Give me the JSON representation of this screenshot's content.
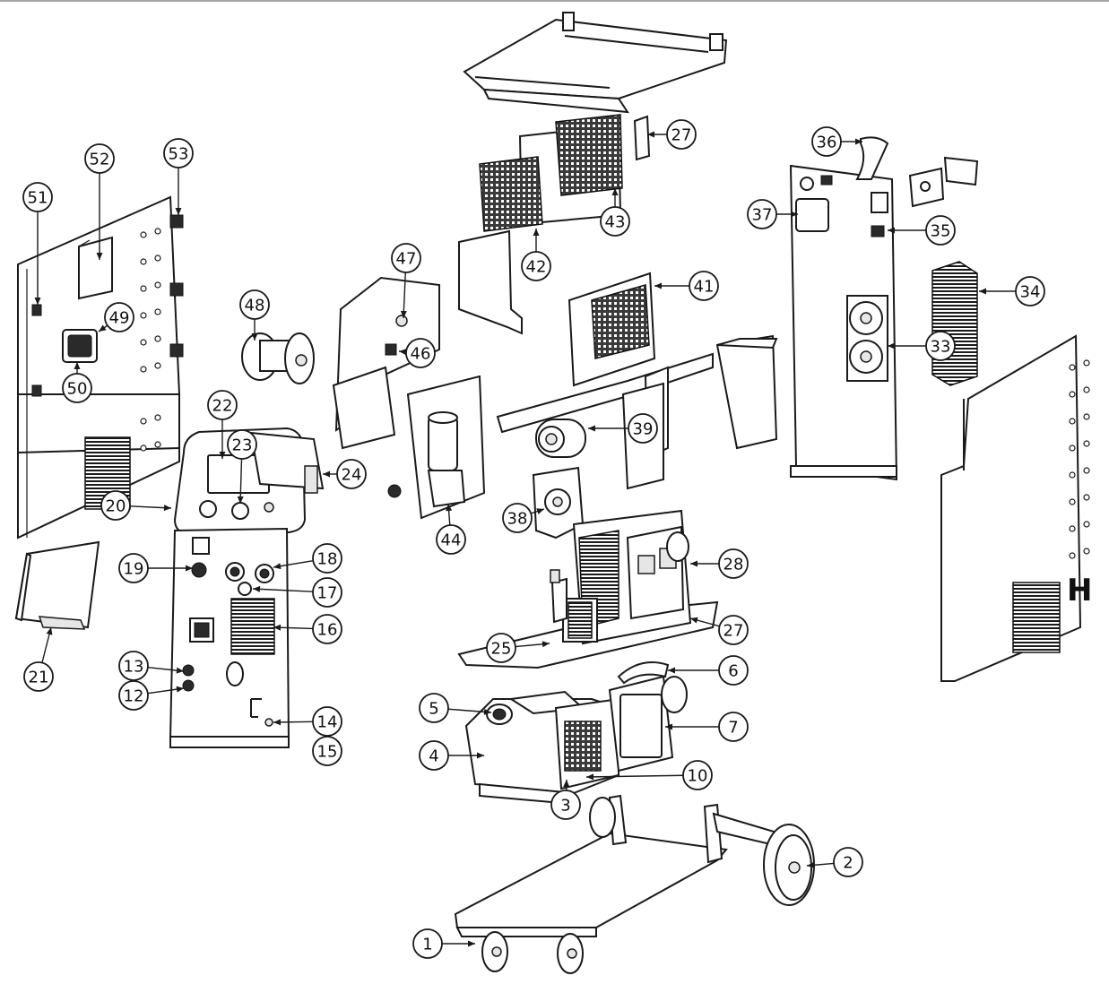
{
  "brand_mark": "H",
  "callouts": [
    {
      "label": "1"
    },
    {
      "label": "2"
    },
    {
      "label": "3"
    },
    {
      "label": "4"
    },
    {
      "label": "5"
    },
    {
      "label": "6"
    },
    {
      "label": "7"
    },
    {
      "label": "10"
    },
    {
      "label": "12"
    },
    {
      "label": "13"
    },
    {
      "label": "14"
    },
    {
      "label": "15"
    },
    {
      "label": "16"
    },
    {
      "label": "17"
    },
    {
      "label": "18"
    },
    {
      "label": "19"
    },
    {
      "label": "20"
    },
    {
      "label": "21"
    },
    {
      "label": "22"
    },
    {
      "label": "23"
    },
    {
      "label": "24"
    },
    {
      "label": "25"
    },
    {
      "label": "27"
    },
    {
      "label": "27"
    },
    {
      "label": "28"
    },
    {
      "label": "33"
    },
    {
      "label": "34"
    },
    {
      "label": "35"
    },
    {
      "label": "36"
    },
    {
      "label": "37"
    },
    {
      "label": "38"
    },
    {
      "label": "39"
    },
    {
      "label": "41"
    },
    {
      "label": "42"
    },
    {
      "label": "43"
    },
    {
      "label": "44"
    },
    {
      "label": "46"
    },
    {
      "label": "47"
    },
    {
      "label": "48"
    },
    {
      "label": "49"
    },
    {
      "label": "50"
    },
    {
      "label": "51"
    },
    {
      "label": "52"
    },
    {
      "label": "53"
    }
  ]
}
